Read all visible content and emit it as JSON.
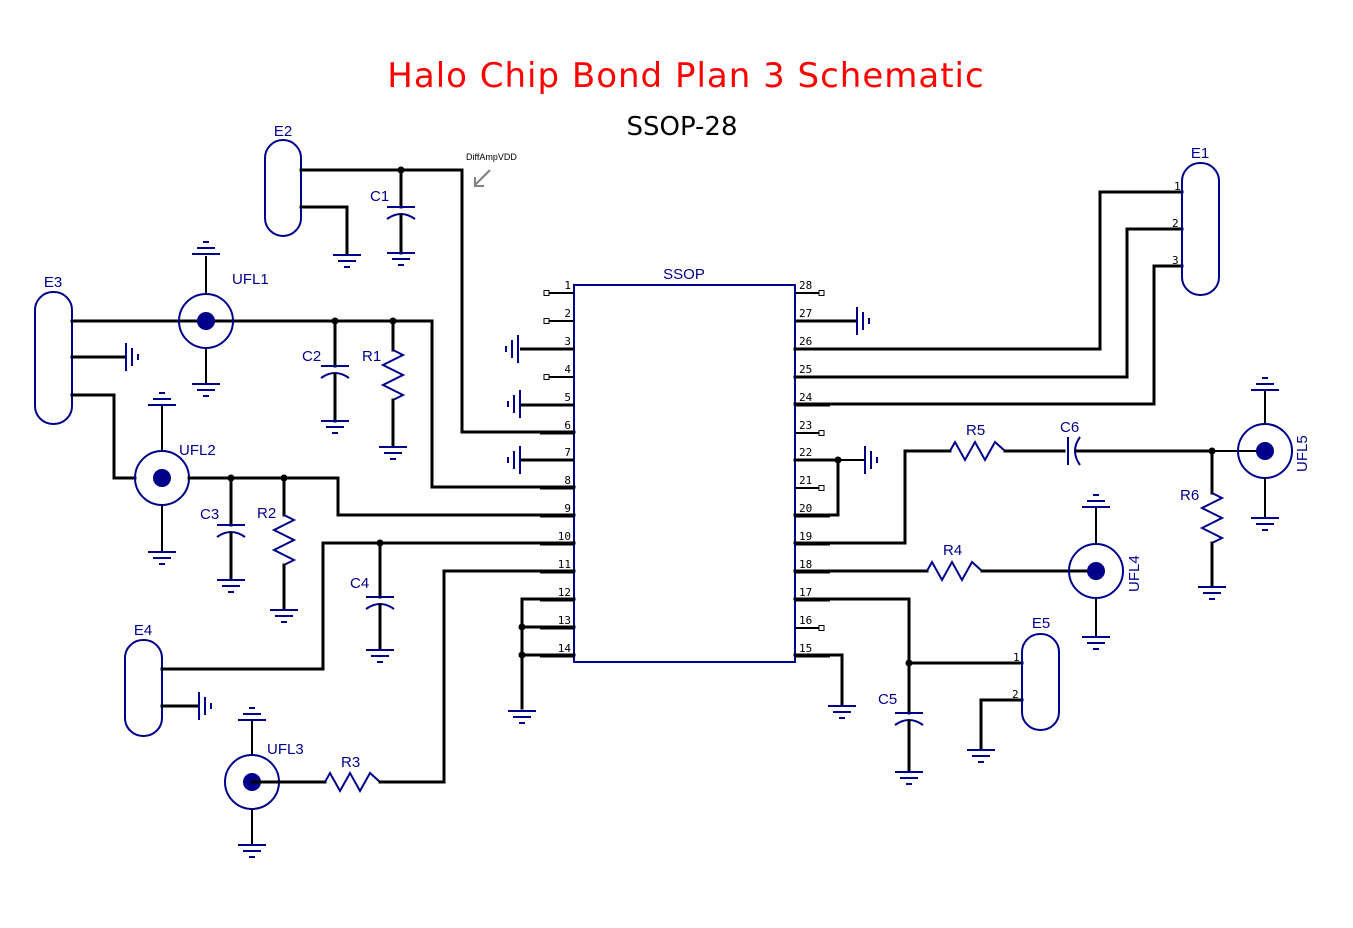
{
  "title": "Halo Chip Bond Plan 3 Schematic",
  "subtitle": "SSOP-28",
  "colors": {
    "title": "#ff0000",
    "component": "#00008b",
    "wire": "#000000",
    "annotation": "#808080"
  },
  "chip": {
    "ref": "SSOP",
    "left_pins": [
      "1",
      "2",
      "3",
      "4",
      "5",
      "6",
      "7",
      "8",
      "9",
      "10",
      "11",
      "12",
      "13",
      "14"
    ],
    "right_pins": [
      "28",
      "27",
      "26",
      "25",
      "24",
      "23",
      "22",
      "21",
      "20",
      "19",
      "18",
      "17",
      "16",
      "15"
    ]
  },
  "net_labels": {
    "diffamp": "DiffAmpVDD"
  },
  "connectors": {
    "E1": {
      "ref": "E1",
      "pins": [
        "1",
        "2",
        "3"
      ]
    },
    "E2": {
      "ref": "E2"
    },
    "E3": {
      "ref": "E3"
    },
    "E4": {
      "ref": "E4"
    },
    "E5": {
      "ref": "E5",
      "pins": [
        "1",
        "2"
      ]
    }
  },
  "capacitors": [
    "C1",
    "C2",
    "C3",
    "C4",
    "C5",
    "C6"
  ],
  "resistors": [
    "R1",
    "R2",
    "R3",
    "R4",
    "R5",
    "R6"
  ],
  "ufl": [
    "UFL1",
    "UFL2",
    "UFL3",
    "UFL4",
    "UFL5"
  ]
}
